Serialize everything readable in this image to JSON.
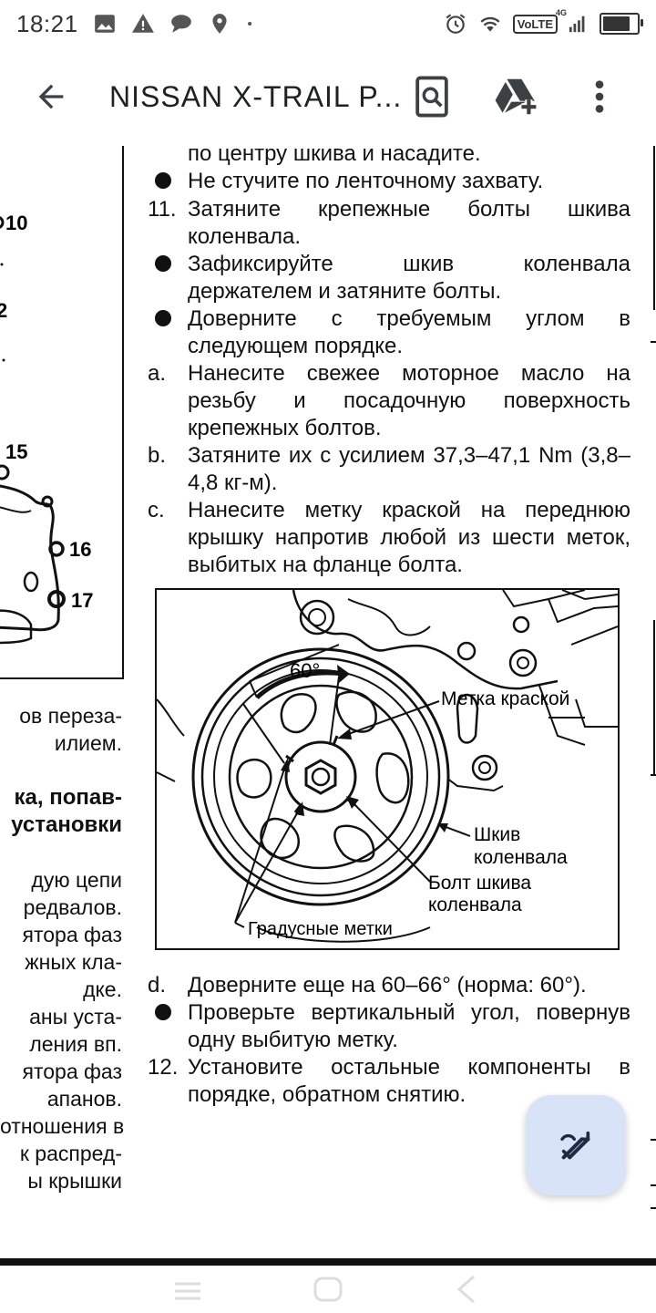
{
  "status_bar": {
    "time": "18:21",
    "network_label": "VoLTE",
    "network_sup": "4G",
    "battery_level": 0.85
  },
  "app_bar": {
    "title": "NISSAN X-TRAIL P..."
  },
  "left_fragment": {
    "numbers": [
      "10",
      "2",
      "15",
      "16",
      "17"
    ],
    "lines": [
      {
        "text": "ов переза-",
        "bold": false
      },
      {
        "text": "илием.",
        "bold": false
      },
      {
        "text": "",
        "bold": false
      },
      {
        "text": "ка, попав-",
        "bold": true
      },
      {
        "text": "установки",
        "bold": true
      },
      {
        "text": "",
        "bold": false
      },
      {
        "text": "дую   цепи",
        "bold": false
      },
      {
        "text": "редвалов.",
        "bold": false
      },
      {
        "text": "ятора фаз",
        "bold": false
      },
      {
        "text": "жных кла-",
        "bold": false
      },
      {
        "text": "дке.",
        "bold": false
      },
      {
        "text": "аны  уста-",
        "bold": false
      },
      {
        "text": "ления  вп.",
        "bold": false
      },
      {
        "text": "ятора фаз",
        "bold": false
      },
      {
        "text": "апанов.",
        "bold": false
      },
      {
        "text": "отношения в",
        "bold": false
      },
      {
        "text": "к распред-",
        "bold": false
      },
      {
        "text": "ы крышки",
        "bold": false
      }
    ]
  },
  "document": {
    "items_top": [
      {
        "marker": "",
        "text": "по центру шкива и насадите."
      },
      {
        "marker": "bullet",
        "text": "Не стучите по ленточному захвату."
      },
      {
        "marker": "11.",
        "text": "Затяните крепежные болты шкива коленвала."
      },
      {
        "marker": "bullet",
        "text": "Зафиксируйте шкив коленвала держателем и затяните болты."
      },
      {
        "marker": "bullet",
        "text": "Доверните с требуемым углом в следующем порядке."
      },
      {
        "marker": "a.",
        "text": "Нанесите свежее моторное масло на резьбу и посадочную поверхность крепежных болтов."
      },
      {
        "marker": "b.",
        "text": "Затяните их с усилием 37,3–47,1 Nm (3,8–4,8 кг-м)."
      },
      {
        "marker": "c.",
        "text": "Нанесите метку краской на переднюю крышку напротив любой из шести меток, выбитых на фланце болта."
      }
    ],
    "figure": {
      "angle_label": "60°",
      "paint_mark_label": "Метка краской",
      "pulley_label_1": "Шкив",
      "pulley_label_2": "коленвала",
      "bolt_label_1": "Болт шкива",
      "bolt_label_2": "коленвала",
      "degree_marks_label": "Градусные метки"
    },
    "items_bottom": [
      {
        "marker": "d.",
        "text": "Доверните еще на 60–66° (норма: 60°)."
      },
      {
        "marker": "bullet",
        "text": "Проверьте вертикальный угол, повернув одну выбитую метку."
      },
      {
        "marker": "12.",
        "text": "Установите остальные компоненты в порядке, обратном снятию."
      }
    ]
  },
  "icons": {
    "back": "arrow-left-icon",
    "search": "search-in-document-icon",
    "add_to_drive": "add-to-drive-icon",
    "more": "more-vert-icon",
    "fab": "edit-annotate-icon"
  }
}
